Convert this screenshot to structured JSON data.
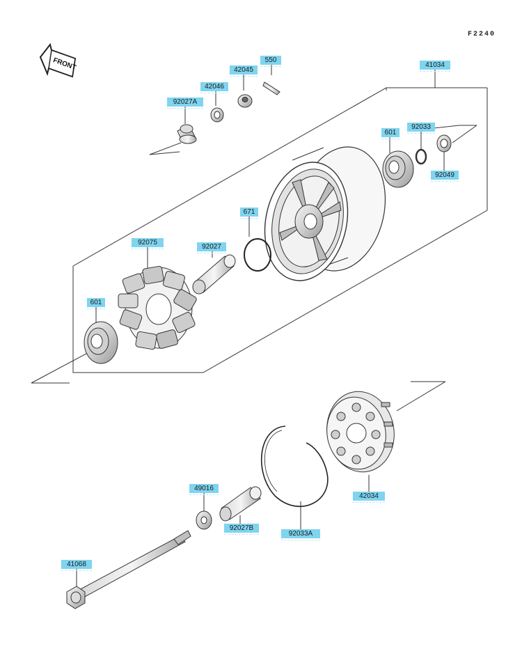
{
  "diagram": {
    "page_code": "F2240",
    "front_label": "FRONT",
    "callouts": {
      "p41034": "41034",
      "p550": "550",
      "p42045": "42045",
      "p42046": "42046",
      "p92027A": "92027A",
      "p601_top": "601",
      "p92033": "92033",
      "p92049": "92049",
      "p671": "671",
      "p92075": "92075",
      "p92027": "92027",
      "p601_left": "601",
      "p49016": "49016",
      "p92027B": "92027B",
      "p92033A": "92033A",
      "p42034": "42034",
      "p41068": "41068"
    }
  },
  "colors": {
    "callout_fill": "#7fd4ef",
    "line": "#333333",
    "part_fill": "#e6e6e6",
    "part_shade": "#b9b9b9"
  }
}
